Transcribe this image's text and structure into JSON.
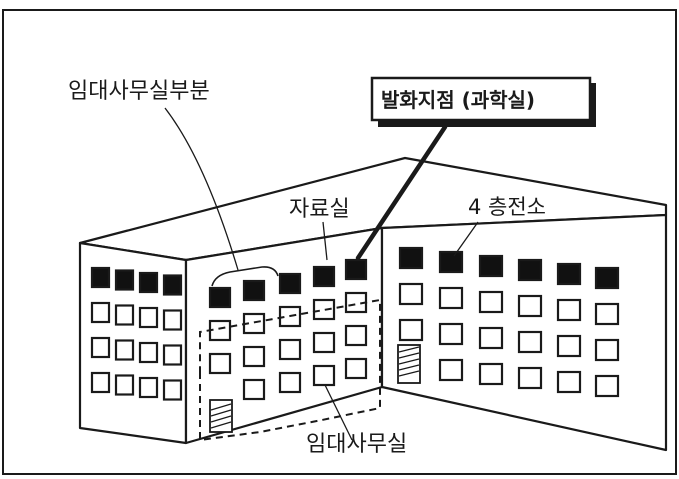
{
  "labels": {
    "rental_office_part": "임대사무실부분",
    "fire_origin": "발화지점 (과학실)",
    "archive_room": "자료실",
    "fourth_floor_substation": "4 층전소",
    "rental_office": "임대사무실"
  },
  "colors": {
    "ink": "#1a1a1a",
    "paper": "#ffffff",
    "window_dark": "#111111"
  }
}
